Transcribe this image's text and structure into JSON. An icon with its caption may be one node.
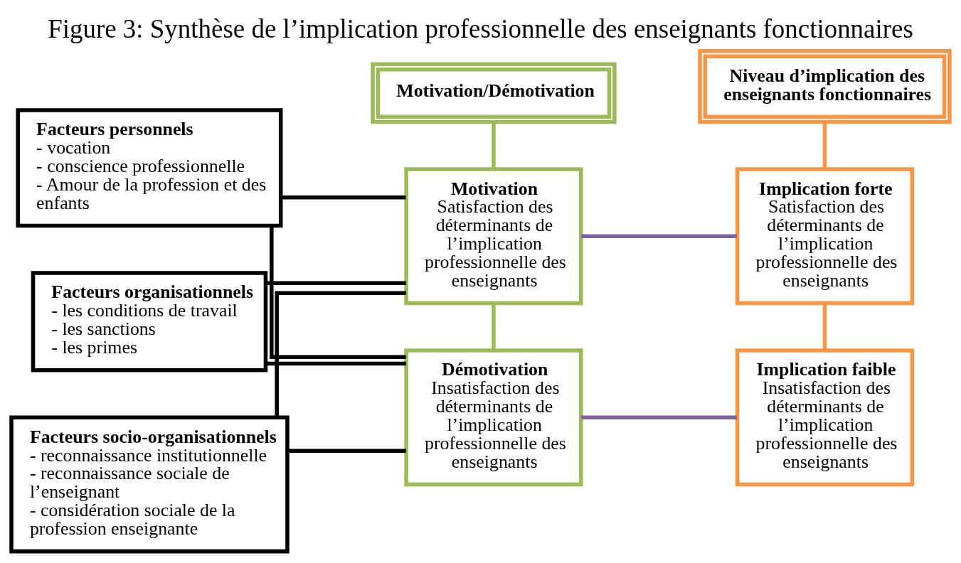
{
  "diagram": {
    "title": "Figure 3: Synthèse de l’implication professionnelle des enseignants fonctionnaires",
    "nodes": [
      {
        "text": [
          "Facteurs personnels",
          "- vocation",
          "- conscience professionnelle",
          "- Amour de la profession et des enfants"
        ]
      },
      {
        "text": [
          "Facteurs organisationnels",
          "- les conditions de travail",
          "- les sanctions",
          "- les primes"
        ]
      },
      {
        "text": [
          "Facteurs socio-organisationnels",
          "- reconnaissance institutionnelle",
          "- reconnaissance sociale de l’enseignant",
          "- considération sociale de la profession enseignante"
        ]
      },
      {
        "text": [
          "Motivation/Démotivation"
        ]
      },
      {
        "text": [
          "Motivation",
          "Satisfaction des déterminants de l’implication professionnelle des enseignants"
        ]
      },
      {
        "text": [
          "Démotivation",
          "Insatisfaction des déterminants de l’implication professionnelle des enseignants"
        ]
      },
      {
        "text": [
          "Niveau d’implication des enseignants fonctionnaires"
        ]
      },
      {
        "text": [
          "Implication forte",
          "Satisfaction des déterminants de l’implication professionnelle des enseignants"
        ]
      },
      {
        "text": [
          "Implication faible",
          "Insatisfaction des déterminants de l’implication professionnelle des enseignants"
        ]
      }
    ],
    "edges": [
      {
        "from": 0,
        "to": 4,
        "arrow": "none"
      },
      {
        "from": 0,
        "to": 5,
        "arrow": "none"
      },
      {
        "from": 1,
        "to": 4,
        "arrow": "none"
      },
      {
        "from": 1,
        "to": 5,
        "arrow": "none"
      },
      {
        "from": 2,
        "to": 4,
        "arrow": "none"
      },
      {
        "from": 2,
        "to": 5,
        "arrow": "none"
      },
      {
        "from": 3,
        "to": 4,
        "arrow": "none",
        "color": "#9bbb59"
      },
      {
        "from": 4,
        "to": 5,
        "arrow": "none",
        "color": "#9bbb59"
      },
      {
        "from": 4,
        "to": 7,
        "arrow": "none",
        "color": "#8064a2"
      },
      {
        "from": 5,
        "to": 8,
        "arrow": "none",
        "color": "#8064a2"
      },
      {
        "from": 6,
        "to": 7,
        "arrow": "none",
        "color": "#f79646"
      },
      {
        "from": 7,
        "to": 8,
        "arrow": "none",
        "color": "#f79646"
      }
    ]
  }
}
